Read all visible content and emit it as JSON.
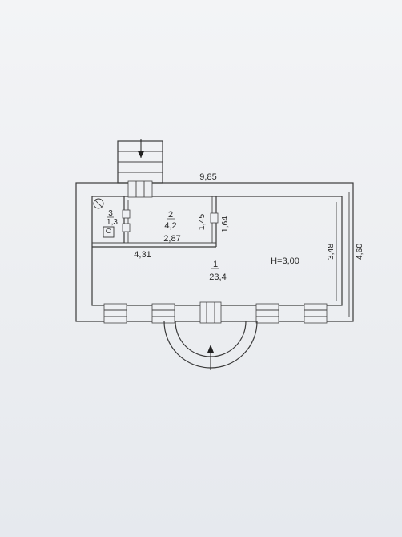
{
  "plan": {
    "dimensions": {
      "overall_width": "9,85",
      "overall_height": "4,60",
      "inner_height": "3,48",
      "corridor_width": "4,31",
      "room2_width": "2,87",
      "room2_height_a": "1,45",
      "room2_height_b": "1,64"
    },
    "rooms": [
      {
        "number": "1",
        "area": "23,4"
      },
      {
        "number": "2",
        "area": "4,2"
      },
      {
        "number": "3",
        "area": "1,3"
      }
    ],
    "ceiling_height": "H=3,00"
  }
}
